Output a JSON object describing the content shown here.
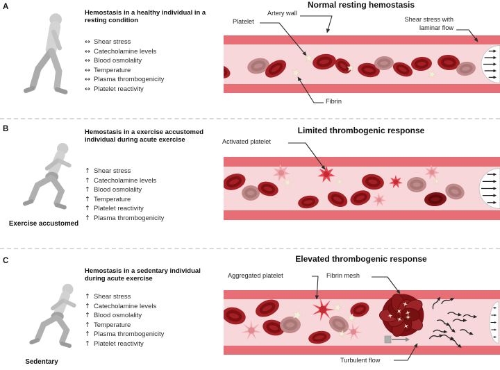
{
  "colors": {
    "vessel_wall": "#E86E76",
    "vessel_lumen": "#F7D7DA",
    "rbc": "#A42024",
    "rbc_ring": "#7E1013",
    "rbc_muted": "#C08A8A",
    "rbc_deep": "#7F1315",
    "platelet_active": "#E8454F",
    "platelet_pale": "#F2A9AE",
    "fibrin": "#F5EEDC",
    "clot": "#7E1113",
    "sparkle": "#FFEFCE",
    "person": "#C6C6C6",
    "leader_line": "#2b2b2b",
    "separator": "#D8D8D8"
  },
  "panels": [
    {
      "label": "A",
      "person_icon": "walking-person-icon",
      "person_caption": "",
      "heading": "Hemostasis in a healthy individual in a resting condition",
      "arrow_symbol": "↔",
      "factors": [
        "Shear stress",
        "Catecholamine levels",
        "Blood osmolality",
        "Temperature",
        "Plasma thrombogenicity",
        "Platelet reactivity"
      ],
      "vessel_title": "Normal resting hemostasis",
      "callouts": {
        "platelet": "Platelet",
        "artery_wall": "Artery wall",
        "shear_stress": "Shear stress with laminar flow",
        "fibrin": "Fibrin"
      }
    },
    {
      "label": "B",
      "person_icon": "running-person-icon",
      "person_caption": "Exercise accustomed",
      "heading": "Hemostasis in a exercise accustomed individual during acute exercise",
      "arrow_symbol": "↑",
      "factors": [
        "Shear stress",
        "Catecholamine levels",
        "Blood osmolality",
        "Temperature",
        "Platelet reactivity",
        "Plasma thrombogenicity"
      ],
      "vessel_title": "Limited thrombogenic response",
      "callouts": {
        "activated_platelet": "Activated platelet"
      }
    },
    {
      "label": "C",
      "person_icon": "running-person-icon",
      "person_caption": "Sedentary",
      "heading": "Hemostasis in a sedentary individual during acute exercise",
      "arrow_symbol": "↑",
      "factors": [
        "Shear stress",
        "Catecholamine levels",
        "Blood osmolality",
        "Temperature",
        "Plasma thrombogenicity",
        "Platelet reactivity"
      ],
      "vessel_title": "Elevated thrombogenic response",
      "callouts": {
        "aggregated_platelet": "Aggregated platelet",
        "fibrin_mesh": "Fibrin mesh",
        "turbulent_flow": "Turbulent flow"
      }
    }
  ]
}
